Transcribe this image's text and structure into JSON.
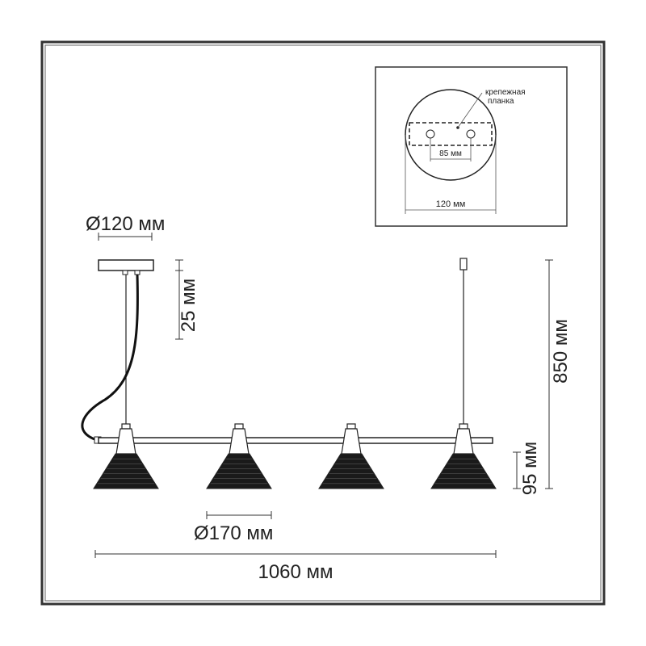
{
  "mount_inset": {
    "mounting_bar_label_line1": "крепежная",
    "mounting_bar_label_line2": "планка",
    "hole_spacing": "85 мм",
    "plate_diameter": "120 мм"
  },
  "dimensions": {
    "canopy_diameter": "Ø120 мм",
    "canopy_height": "25 мм",
    "total_height": "850 мм",
    "shade_height": "95 мм",
    "shade_diameter": "Ø170 мм",
    "total_length": "1060 мм"
  },
  "colors": {
    "line": "#222222",
    "shade": "#1a1a1a",
    "frame": "#333333"
  }
}
